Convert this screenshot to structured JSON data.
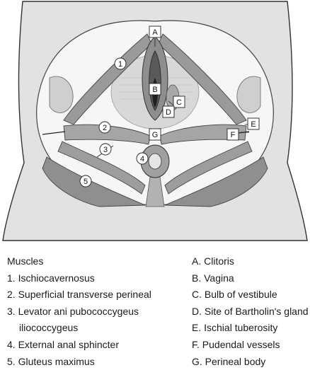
{
  "diagram": {
    "letter_labels": [
      "A",
      "B",
      "C",
      "D",
      "E",
      "F",
      "G"
    ],
    "number_labels": [
      "1",
      "2",
      "3",
      "4",
      "5"
    ]
  },
  "legend": {
    "muscles_heading": "Muscles",
    "muscles": [
      "1. Ischiocavernosus",
      "2. Superficial transverse perineal",
      "3. Levator ani pubococcygeus",
      "iliococcygeus",
      "4. External anal sphincter",
      "5. Gluteus maximus"
    ],
    "structures": [
      "A. Clitoris",
      "B. Vagina",
      "C. Bulb of vestibule",
      "D. Site of Bartholin's gland",
      "E. Ischial tuberosity",
      "F. Pudendal vessels",
      "G. Perineal body"
    ]
  }
}
